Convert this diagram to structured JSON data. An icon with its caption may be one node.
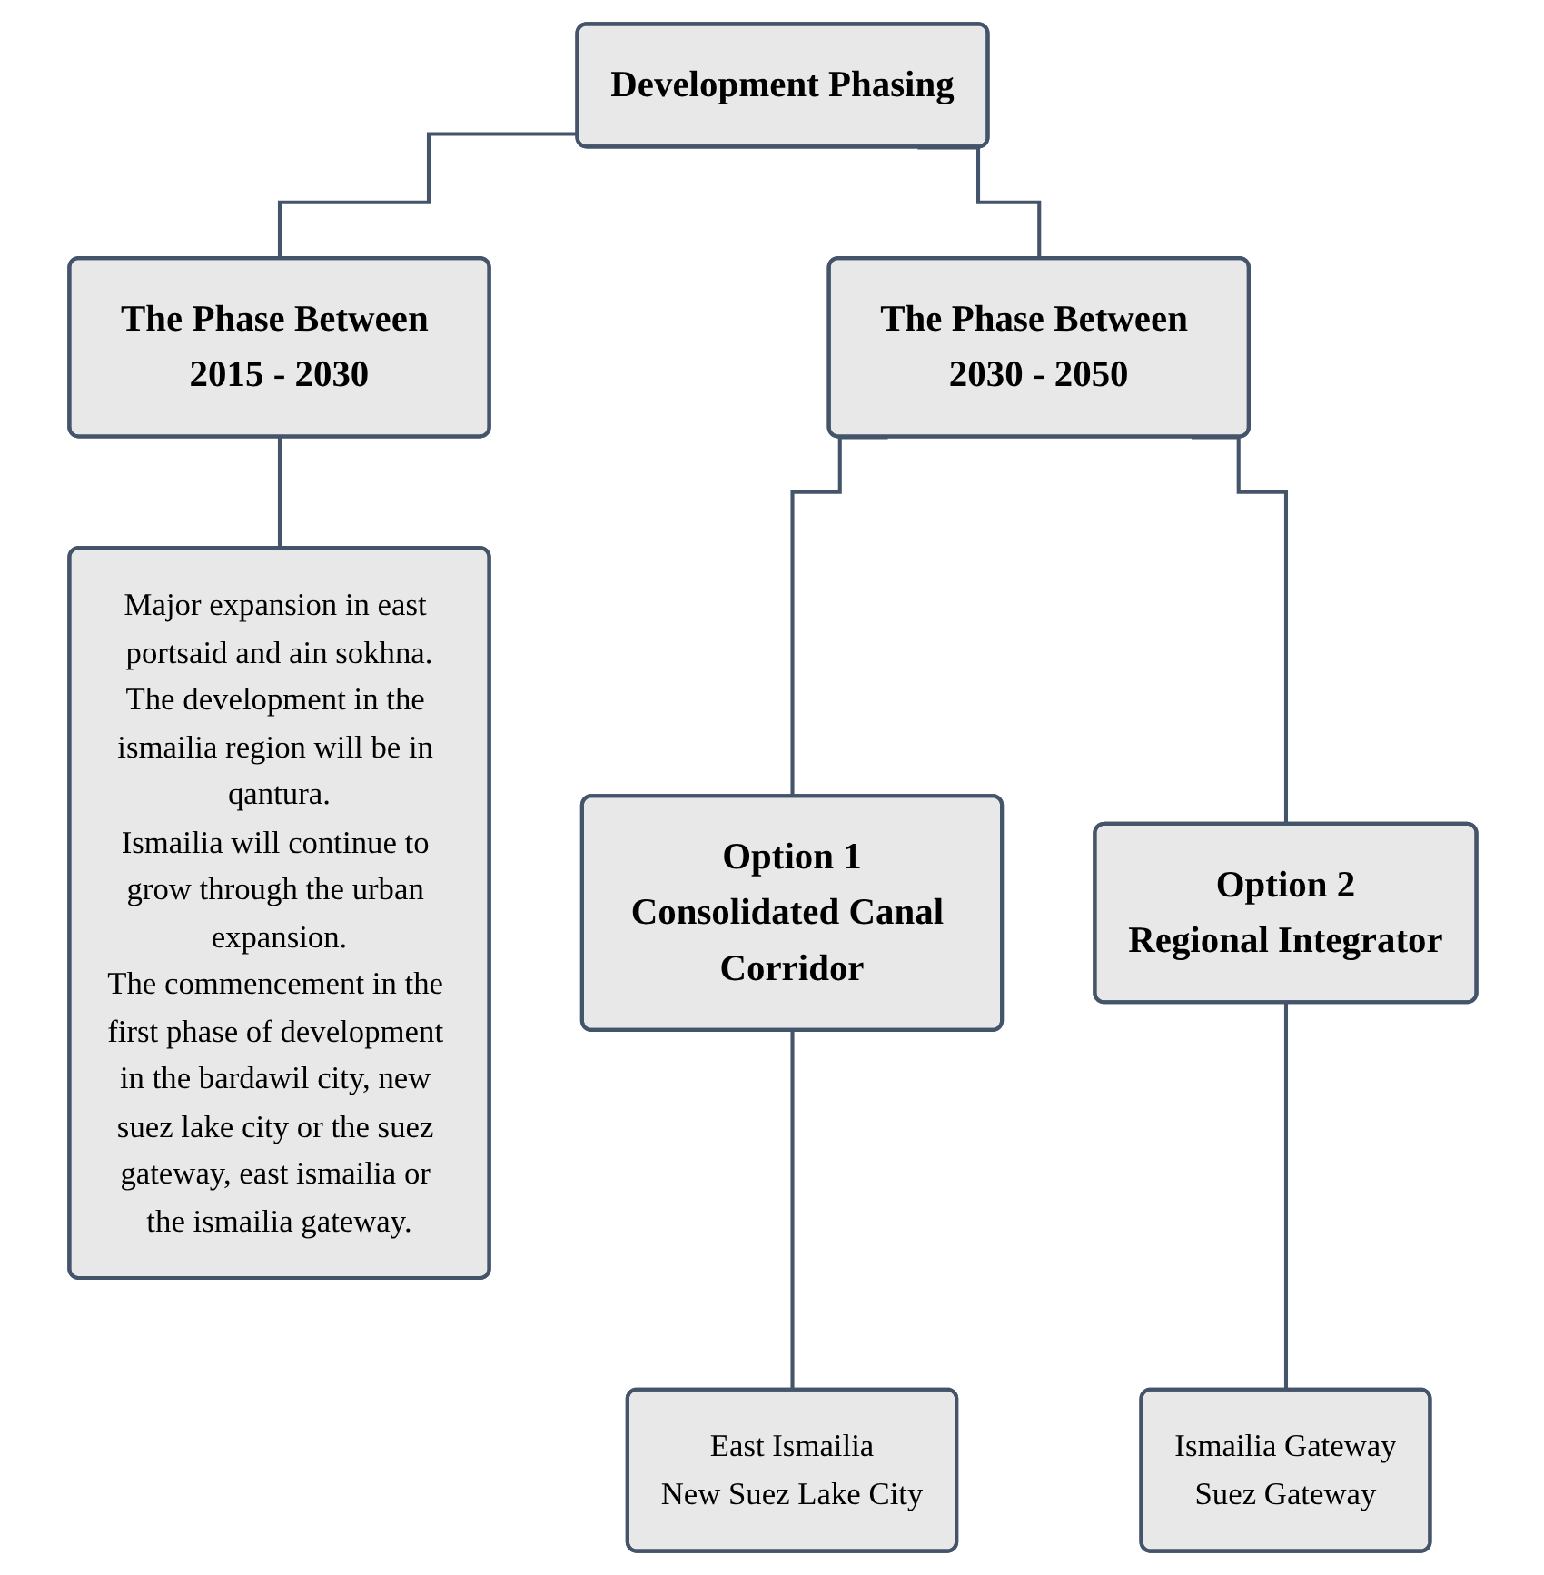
{
  "diagram": {
    "nodes": [
      {
        "text": [
          "Development Phasing"
        ]
      },
      {
        "text": [
          "The Phase Between 2015 - 2030"
        ]
      },
      {
        "text": [
          "The Phase Between 2030 - 2050"
        ]
      },
      {
        "text": [
          "Major expansion in east portsaid and ain sokhna.",
          "The development in the ismailia region will be in qantura.",
          "Ismailia will continue to grow through the urban expansion.",
          "The commencement in the first phase of development in the bardawil city, new suez lake city or the suez gateway, east ismailia or the ismailia gateway."
        ]
      },
      {
        "text": [
          "Option 1",
          "Consolidated Canal Corridor"
        ]
      },
      {
        "text": [
          "Option 2",
          "Regional Integrator"
        ]
      },
      {
        "text": [
          "East Ismailia",
          "New Suez Lake City"
        ]
      },
      {
        "text": [
          "Ismailia Gateway",
          "Suez Gateway"
        ]
      }
    ],
    "edges": [
      {
        "from": 0,
        "to": 1,
        "arrow": "none"
      },
      {
        "from": 0,
        "to": 2,
        "arrow": "none"
      },
      {
        "from": 1,
        "to": 3,
        "arrow": "none"
      },
      {
        "from": 2,
        "to": 4,
        "arrow": "none"
      },
      {
        "from": 2,
        "to": 5,
        "arrow": "none"
      },
      {
        "from": 4,
        "to": 6,
        "arrow": "none"
      },
      {
        "from": 5,
        "to": 7,
        "arrow": "none"
      }
    ]
  }
}
